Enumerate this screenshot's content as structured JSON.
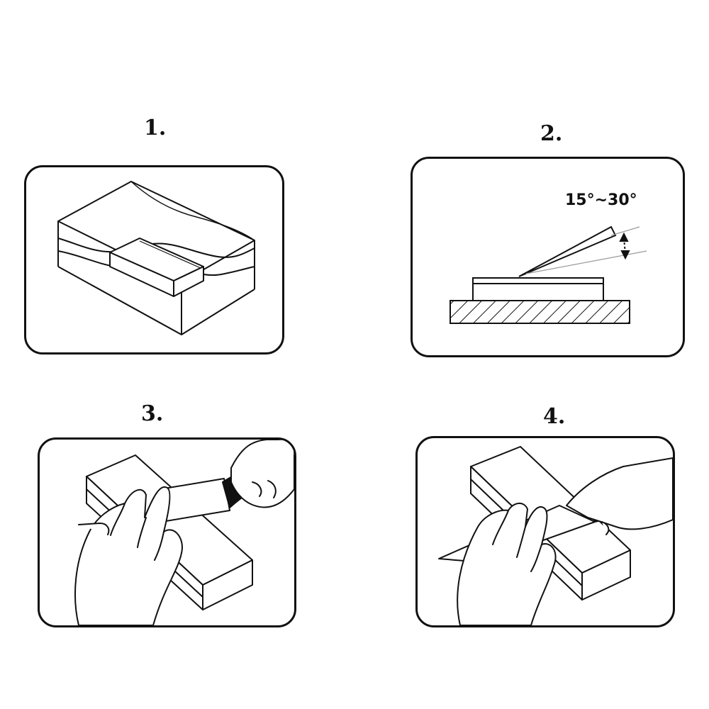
{
  "steps": [
    {
      "number": "1.",
      "icon": "stone-soaking-in-water-icon"
    },
    {
      "number": "2.",
      "icon": "blade-angle-on-stone-icon",
      "angle_label": "15°~30°"
    },
    {
      "number": "3.",
      "icon": "hands-sharpening-knife-icon"
    },
    {
      "number": "4.",
      "icon": "hands-sharpening-knife-other-side-icon"
    }
  ],
  "colors": {
    "ink": "#111111",
    "paper": "#ffffff"
  }
}
